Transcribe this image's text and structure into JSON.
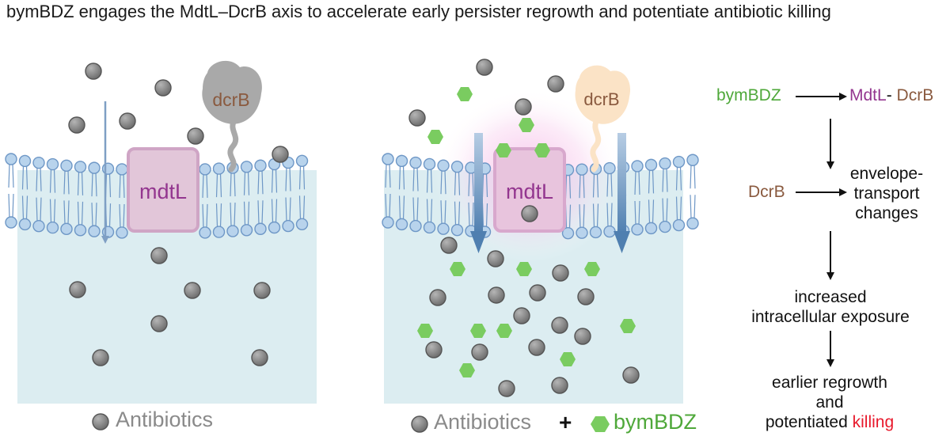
{
  "title": "bymBDZ engages the MdtL–DcrB axis to accelerate early persister regrowth and potentiate antibiotic killing",
  "left_panel": {
    "protein_label": "mdtL",
    "lipoprotein_label": "dcrB",
    "legend": "Antibiotics"
  },
  "right_panel": {
    "protein_label": "mdtL",
    "lipoprotein_label": "dcrB",
    "legend_antibiotics": "Antibiotics",
    "legend_plus": "+",
    "legend_drug": "bymBDZ"
  },
  "flow": {
    "step1_drug": "bymBDZ",
    "step1_mdtl": "MdtL",
    "step1_dash": "-",
    "step1_dcrb": "DcrB",
    "step2_dcrb": "DcrB",
    "step2_line1": "envelope-",
    "step2_line2": "transport",
    "step2_line3": "changes",
    "step3_line1": "increased",
    "step3_line2": "intracellular exposure",
    "step4_line1": "earlier regrowth",
    "step4_line2": "and",
    "step4_line3_prefix": "potentiated",
    "step4_line3_highlight": "killing"
  },
  "colors": {
    "cytoplasm": "#dcedf1",
    "lipid_head": "#b8d3ec",
    "lipid_outline": "#6e97c6",
    "protein_fill": "#e2c6d9",
    "protein_border": "#cfa5c5",
    "antibiotic": "#8c8c8c",
    "drug": "#7acc60",
    "arrow": "#5a86b4",
    "dcrB_left": "#a9a9a9",
    "dcrB_right": "#fbe3c6",
    "glow": "#f4b8e4"
  }
}
